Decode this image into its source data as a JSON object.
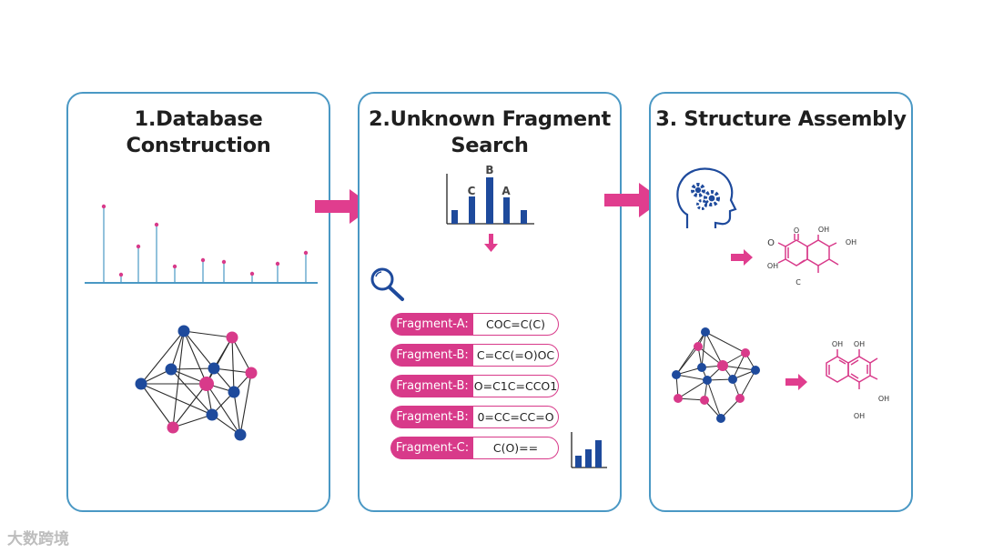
{
  "panels": [
    {
      "title": "1.Database Construction"
    },
    {
      "title_line1": "2.Unknown Fragment",
      "title_line2": "Search"
    },
    {
      "title": "3. Structure Assembly"
    }
  ],
  "histogram": {
    "labels": {
      "left": "C",
      "center": "B",
      "right": "A"
    }
  },
  "fragments": [
    {
      "label": "Fragment-A:",
      "value": "COC=C(C)"
    },
    {
      "label": "Fragment-B:",
      "value": "C=CC(=O)OC"
    },
    {
      "label": "Fragment-B:",
      "value": "O=C1C=CCO1"
    },
    {
      "label": "Fragment-B:",
      "value": "0=CC=CC=O"
    },
    {
      "label": "Fragment-C:",
      "value": "C(O)=="
    }
  ],
  "molecule1": {
    "labels": [
      "O",
      "O",
      "OH",
      "OH",
      "OH",
      "C"
    ]
  },
  "molecule2": {
    "labels": [
      "OH",
      "OH",
      "OH",
      "OH"
    ]
  },
  "watermark": {
    "text": "大数跨境"
  },
  "colors": {
    "panel_border": "#4a98c4",
    "navy": "#1e4a9c",
    "magenta": "#d83a8a",
    "arrow": "#e03d8e"
  }
}
